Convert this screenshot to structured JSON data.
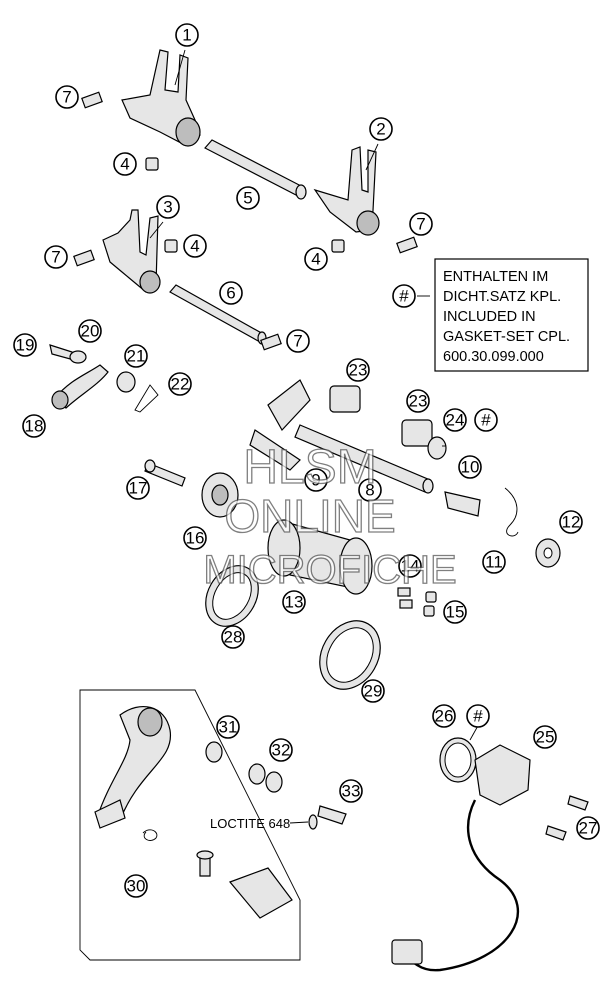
{
  "callouts": [
    "1",
    "2",
    "3",
    "4",
    "4",
    "4",
    "5",
    "6",
    "7",
    "7",
    "7",
    "7",
    "7",
    "8",
    "9",
    "10",
    "11",
    "12",
    "13",
    "14",
    "15",
    "16",
    "17",
    "18",
    "19",
    "20",
    "21",
    "22",
    "23",
    "23",
    "24",
    "25",
    "26",
    "27",
    "28",
    "29",
    "30",
    "31",
    "32",
    "33",
    "#",
    "#",
    "#"
  ],
  "note": {
    "lines": [
      "ENTHALTEN IM",
      "DICHT.SATZ KPL.",
      "INCLUDED IN",
      "GASKET-SET CPL.",
      "600.30.099.000"
    ]
  },
  "loctite": "LOCTITE 648",
  "watermark": {
    "line1": "HLSM",
    "line2": "ONLINE",
    "line3": "MICROFICHE"
  },
  "colors": {
    "line": "#000000",
    "part_fill": "#e6e6e6",
    "background": "#ffffff"
  }
}
